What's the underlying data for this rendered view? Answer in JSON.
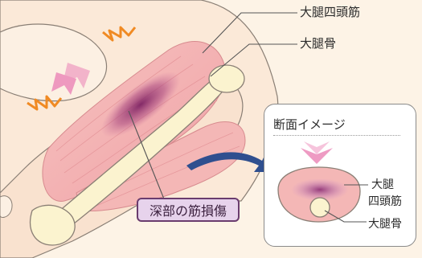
{
  "labels": {
    "quadriceps": "大腿四頭筋",
    "femur": "大腿骨",
    "deep_injury": "深部の筋損傷"
  },
  "inset": {
    "title": "断面イメージ",
    "quadriceps_line1": "大腿",
    "quadriceps_line2": "四頭筋",
    "femur": "大腿骨"
  },
  "colors": {
    "background": "#fdf3e6",
    "skin": "#fbe9d8",
    "muscle": "#f2a9a9",
    "bone": "#fbf3cf",
    "injury": "#8b2d6b",
    "impact": "#f08a23",
    "arrow_pink": "#e97fb5",
    "arrow_blue": "#2f4f8f",
    "outline": "#777777"
  }
}
